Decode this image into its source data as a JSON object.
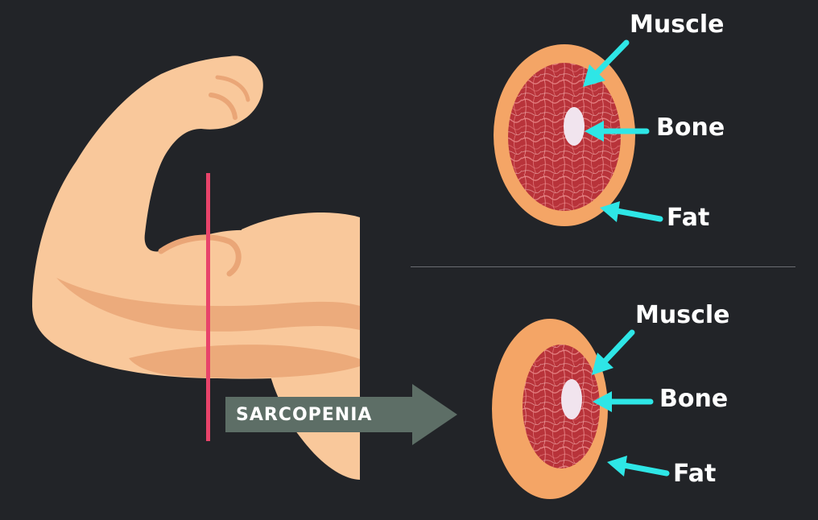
{
  "arrow": {
    "label": "SARCOPENIA"
  },
  "healthy": {
    "muscle_label": "Muscle",
    "bone_label": "Bone",
    "fat_label": "Fat"
  },
  "sarcopenia": {
    "muscle_label": "Muscle",
    "bone_label": "Bone",
    "fat_label": "Fat"
  },
  "colors": {
    "background": "#222428",
    "skin": "#f9c89b",
    "skin_shadow": "#eaa677",
    "fat": "#f4a566",
    "muscle": "#b8333a",
    "muscle_fiber": "#e27a7c",
    "bone": "#f1e4ee",
    "pointer": "#2ee6e6",
    "cut_line": "#e8436a",
    "arrow_fill": "#5d6e66"
  }
}
